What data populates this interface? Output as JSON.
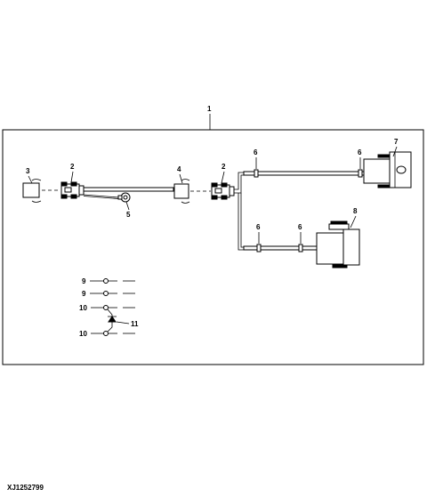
{
  "callouts": {
    "c1": "1",
    "c2a": "2",
    "c2b": "2",
    "c3": "3",
    "c4": "4",
    "c5": "5",
    "c6a": "6",
    "c6b": "6",
    "c6c": "6",
    "c6d": "6",
    "c7": "7",
    "c8": "8"
  },
  "legend": {
    "l9a": "9",
    "l9b": "9",
    "l10a": "10",
    "l10b": "10",
    "l11": "11"
  },
  "figure_code": "XJ1252799",
  "colors": {
    "line": "#000000",
    "background": "#ffffff"
  }
}
